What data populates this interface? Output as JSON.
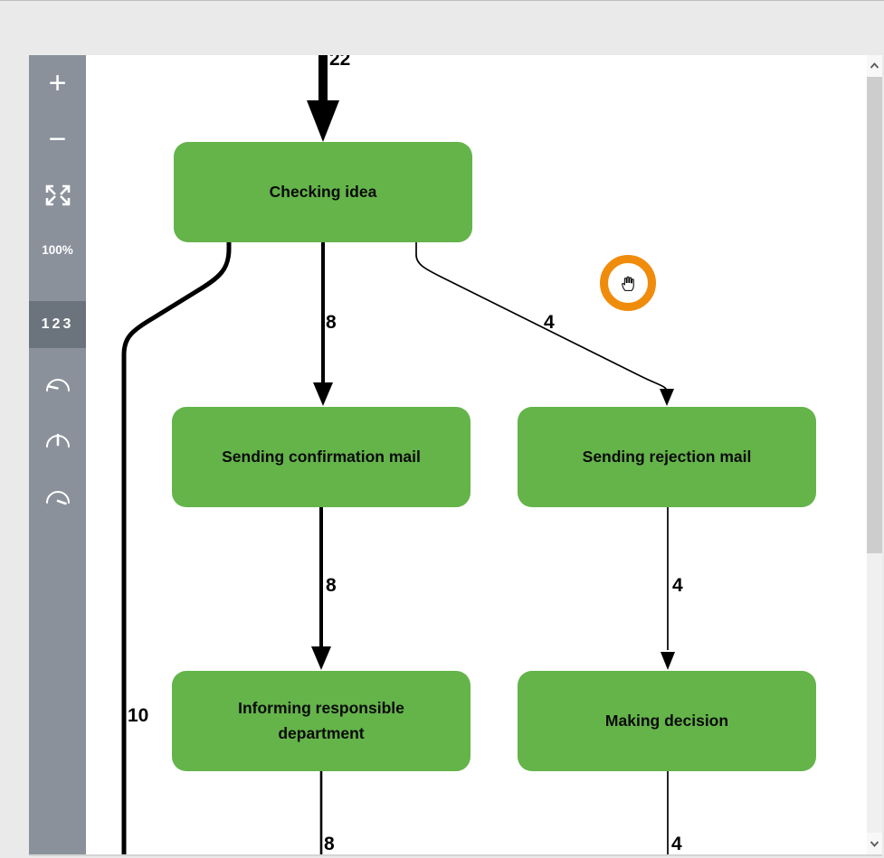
{
  "toolbar": {
    "zoom_in_label": "+",
    "zoom_out_label": "−",
    "zoom_level": "100%",
    "frequency_button_label": "123"
  },
  "diagram": {
    "nodes": [
      {
        "label": "Checking idea"
      },
      {
        "label": "Sending confirmation mail"
      },
      {
        "label": "Sending rejection mail"
      },
      {
        "label": "Informing responsible department"
      },
      {
        "label": "Making decision"
      }
    ],
    "edge_labels": {
      "into_checking": "22",
      "checking_to_confirmation": "8",
      "checking_to_rejection": "4",
      "checking_bypass": "10",
      "confirmation_to_informing": "8",
      "rejection_to_making": "4",
      "informing_out": "8",
      "making_out": "4"
    }
  },
  "icons": {
    "sidebar": [
      "zoom-in-icon",
      "zoom-out-icon",
      "fit-screen-icon",
      "gauge-low-icon",
      "gauge-mid-icon",
      "gauge-high-icon"
    ],
    "cursor": "grab-hand-cursor-icon",
    "scrollbar": [
      "scroll-up-icon",
      "scroll-down-icon"
    ]
  },
  "colors": {
    "node-green": "#64b44a",
    "sidebar-gray": "#8a919b",
    "sidebar-selected": "#6b737d",
    "cursor-ring-orange": "#f08c0c",
    "edge-black": "#000000",
    "page-bg": "#eaeaea"
  }
}
